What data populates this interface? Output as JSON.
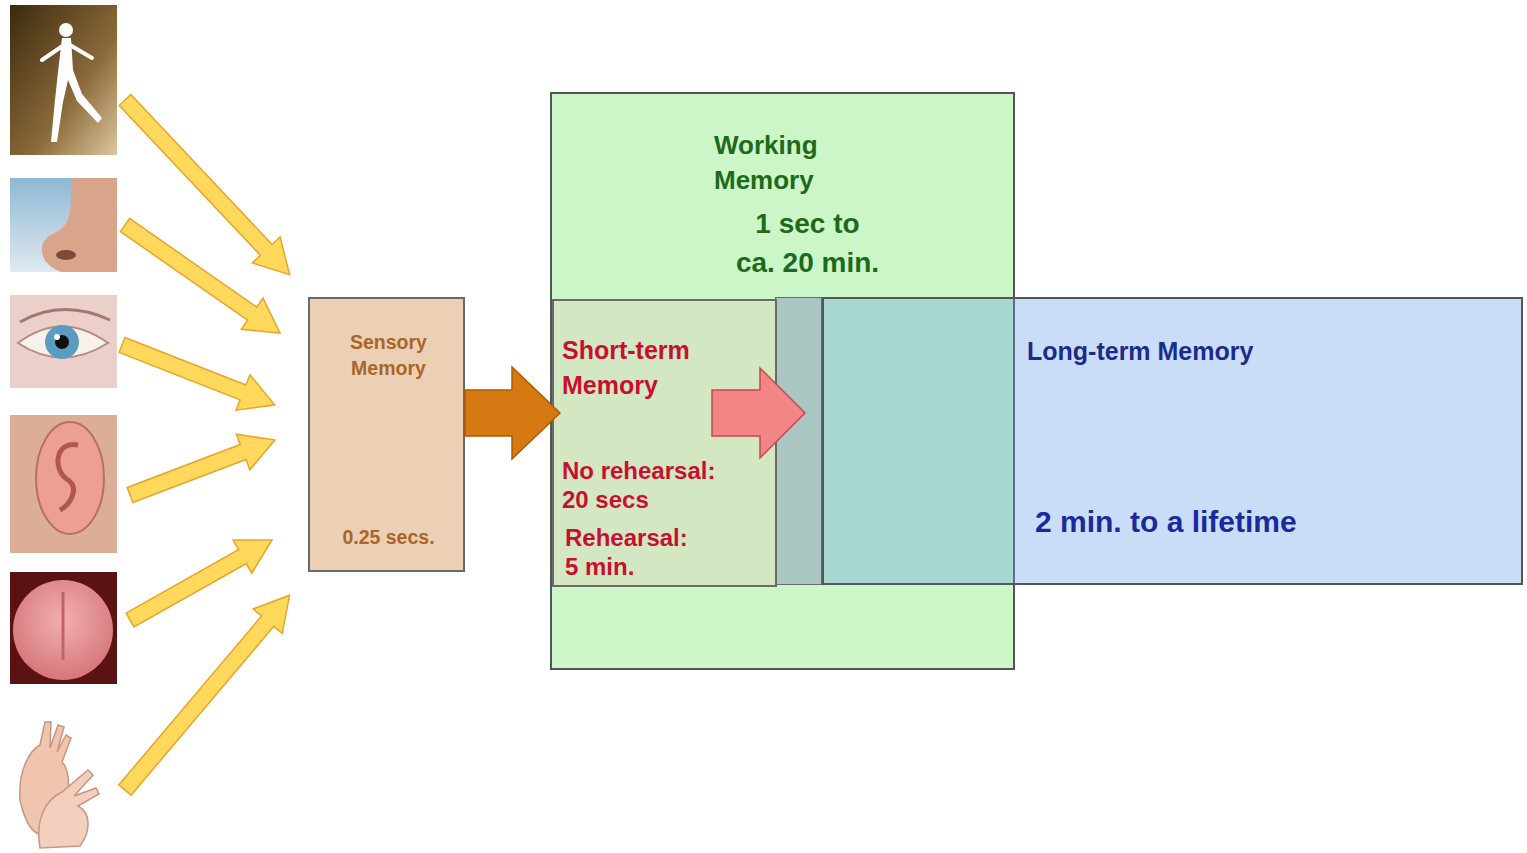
{
  "diagram": {
    "nodes": [
      {
        "text": [
          "Sensory Memory",
          "0.25 secs."
        ]
      },
      {
        "text": [
          "Working Memory",
          "1 sec to ca. 20 min."
        ]
      },
      {
        "text": [
          "Short-term Memory",
          "No rehearsal: 20 secs",
          "Rehearsal: 5 min."
        ],
        "in": 1
      },
      {
        "text": [
          "Long-term Memory",
          "2 min. to a lifetime"
        ]
      }
    ],
    "edges": [
      {
        "from": 0,
        "to": 2,
        "arrow": "to"
      },
      {
        "from": 2,
        "to": 3,
        "arrow": "to"
      }
    ]
  }
}
